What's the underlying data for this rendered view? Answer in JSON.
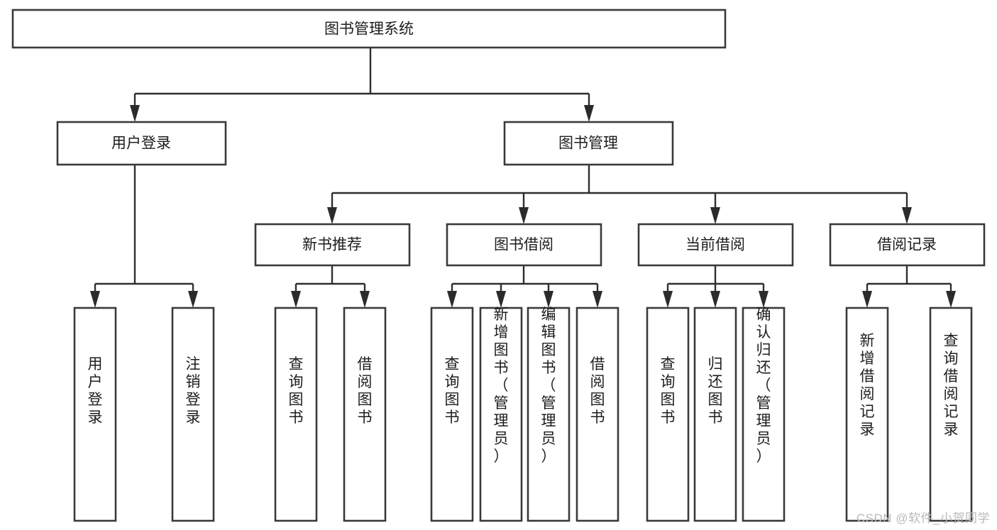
{
  "diagram": {
    "type": "tree",
    "title": "图书管理系统",
    "watermark": "CSDN @软件_小贺同学",
    "levels": {
      "root": {
        "label": "图书管理系统"
      },
      "level2": [
        {
          "label": "用户登录"
        },
        {
          "label": "图书管理"
        }
      ],
      "level3": [
        {
          "label": "新书推荐"
        },
        {
          "label": "图书借阅"
        },
        {
          "label": "当前借阅"
        },
        {
          "label": "借阅记录"
        }
      ],
      "leaves": [
        {
          "label": "用户登录",
          "parent": "用户登录"
        },
        {
          "label": "注销登录",
          "parent": "用户登录"
        },
        {
          "label": "查询图书",
          "parent": "新书推荐"
        },
        {
          "label": "借阅图书",
          "parent": "新书推荐"
        },
        {
          "label": "查询图书",
          "parent": "图书借阅"
        },
        {
          "label": "新增图书（管理员）",
          "parent": "图书借阅"
        },
        {
          "label": "编辑图书（管理员）",
          "parent": "图书借阅"
        },
        {
          "label": "借阅图书",
          "parent": "图书借阅"
        },
        {
          "label": "查询图书",
          "parent": "当前借阅"
        },
        {
          "label": "归还图书",
          "parent": "当前借阅"
        },
        {
          "label": "确认归还（管理员）",
          "parent": "当前借阅"
        },
        {
          "label": "新增借阅记录",
          "parent": "借阅记录"
        },
        {
          "label": "查询借阅记录",
          "parent": "借阅记录"
        }
      ]
    },
    "colors": {
      "box_stroke": "#3a3a3a",
      "box_fill": "#ffffff",
      "connector": "#2e2e2e",
      "text": "#1d1d1d",
      "watermark": "#b9b9b9"
    }
  }
}
